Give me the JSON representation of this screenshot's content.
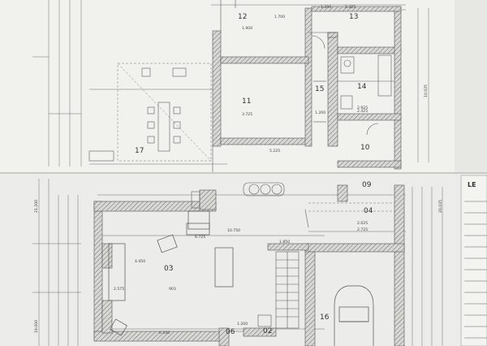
{
  "rooms": {
    "upper": [
      {
        "id": "r12",
        "label": "12"
      },
      {
        "id": "r13",
        "label": "13"
      },
      {
        "id": "r11",
        "label": "11"
      },
      {
        "id": "r15",
        "label": "15"
      },
      {
        "id": "r14",
        "label": "14"
      },
      {
        "id": "r10",
        "label": "10"
      },
      {
        "id": "r17",
        "label": "17"
      }
    ],
    "lower": [
      {
        "id": "r09",
        "label": "09"
      },
      {
        "id": "r04",
        "label": "04"
      },
      {
        "id": "r03",
        "label": "03"
      },
      {
        "id": "r16",
        "label": "16"
      },
      {
        "id": "r02",
        "label": "02"
      },
      {
        "id": "r06",
        "label": "06"
      }
    ]
  },
  "legend": {
    "label": "LE"
  },
  "dimensions": {
    "top_a": "1.900",
    "top_b": "1.700",
    "top_c": "1.300",
    "top_d": "2.425",
    "mid_a": "3.725",
    "mid_b": "1.200",
    "mid_c": "2.425",
    "mid_d": "5.225",
    "long_a": "10.750",
    "long_b": "6.725",
    "room03_w": "4.450",
    "bottom_a": "6.100",
    "bottom_b": "1.200",
    "bottom_c": "1.850",
    "room04_w": "2.025",
    "room04_h": "2.725",
    "left_a": "21.200",
    "left_b": "19.000",
    "right_a": "10.025",
    "right_b": "20.035",
    "small_a": "2.925",
    "small_b": "2.575",
    "small_c": "903"
  }
}
